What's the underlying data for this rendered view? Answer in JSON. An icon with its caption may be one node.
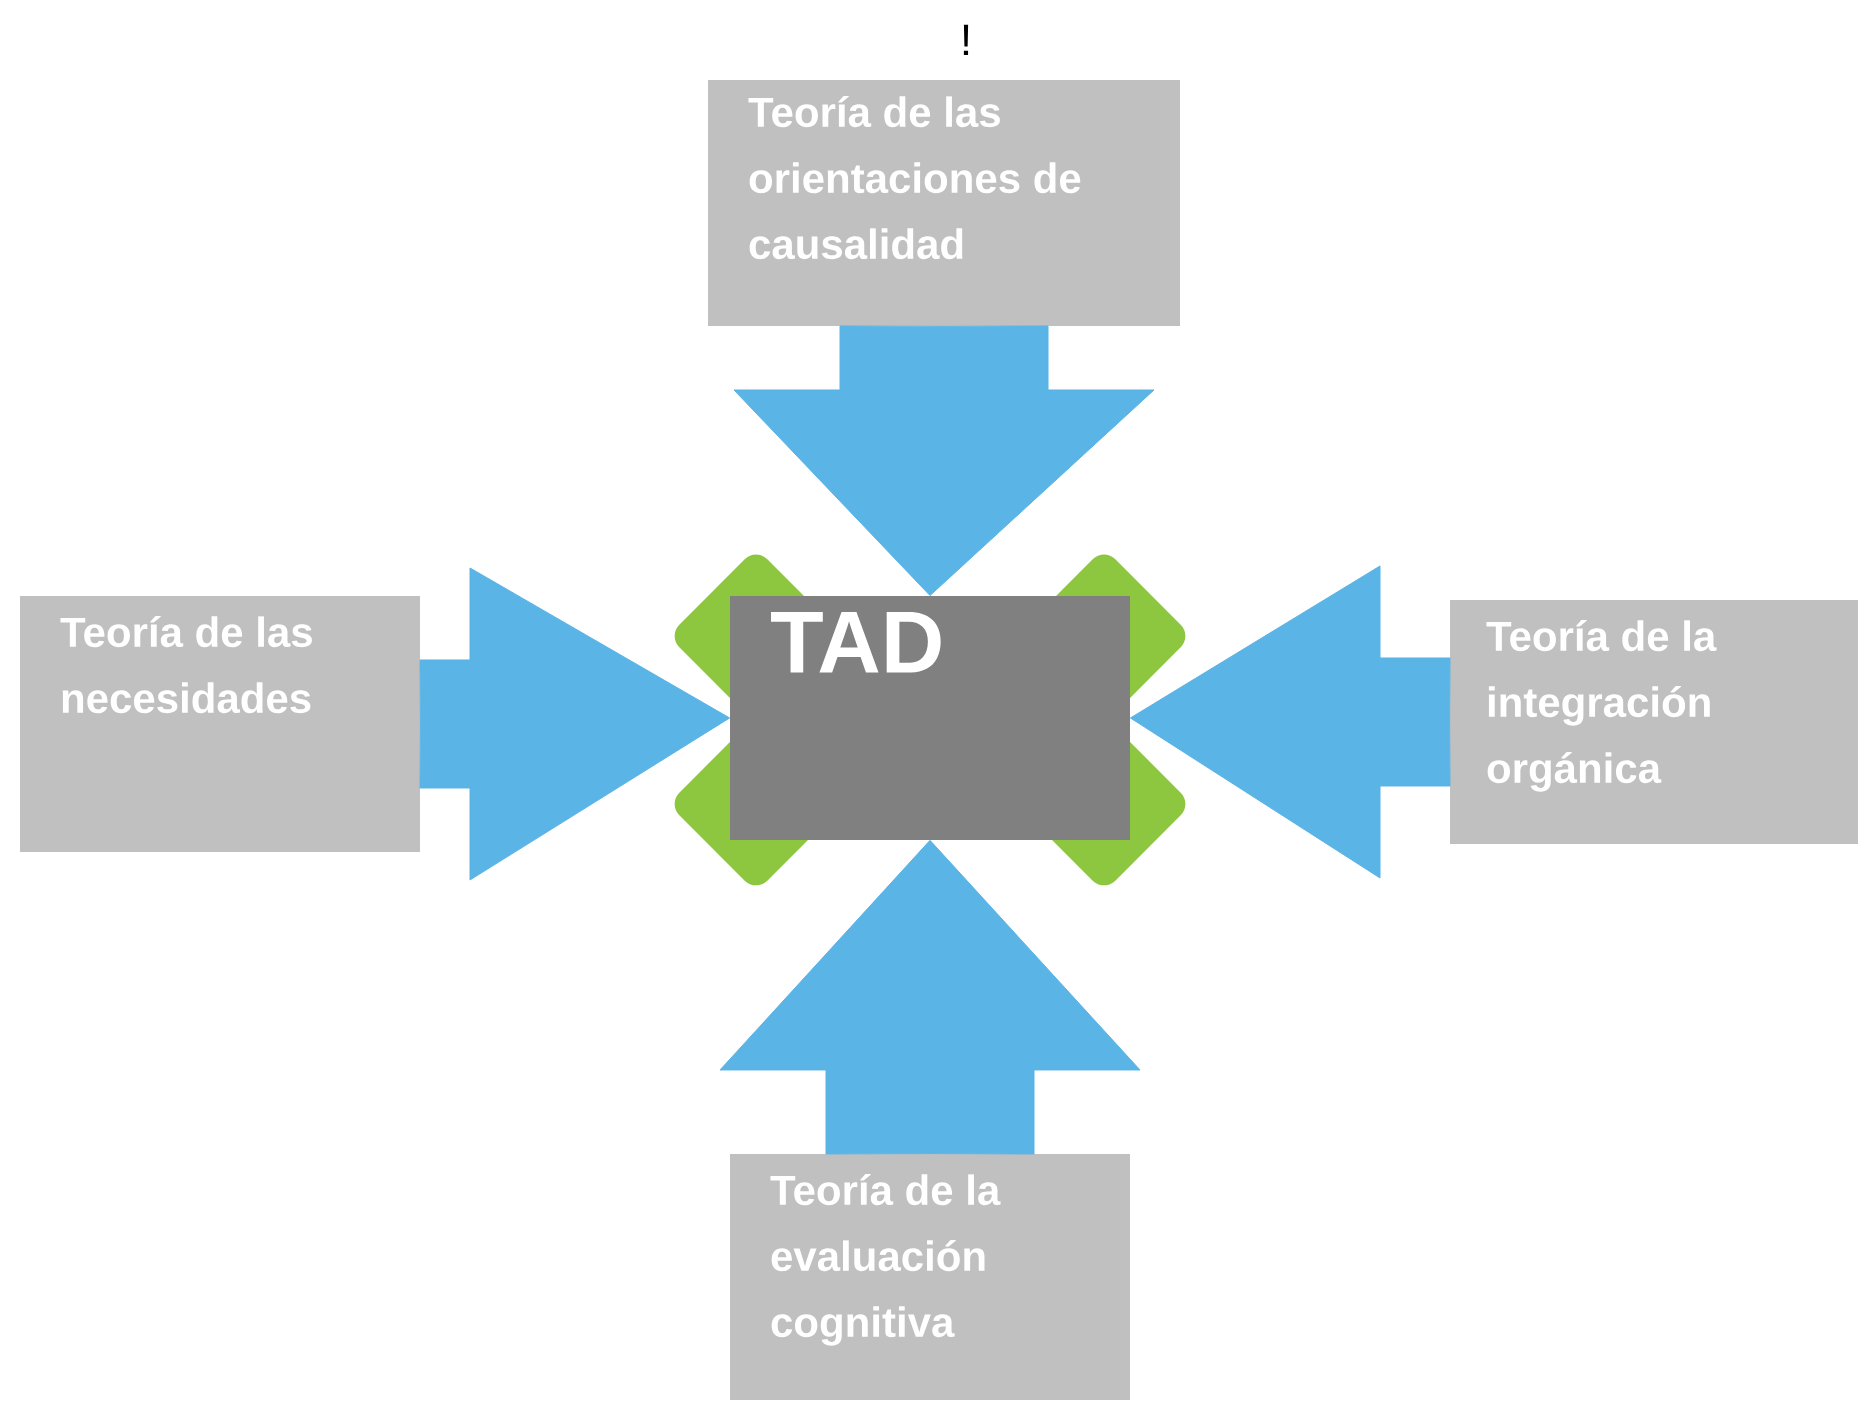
{
  "diagram": {
    "nodes": [
      {
        "text": [
          "TAD"
        ]
      },
      {
        "text": [
          "Teoría de las orientaciones de causalidad"
        ]
      },
      {
        "text": [
          "Teoría de las necesidades"
        ]
      },
      {
        "text": [
          "Teoría de la integración orgánica"
        ]
      },
      {
        "text": [
          "Teoría de la evaluación cognitiva"
        ]
      }
    ],
    "edges": [
      {
        "from": 1,
        "to": 0,
        "arrow": "to"
      },
      {
        "from": 2,
        "to": 0,
        "arrow": "to"
      },
      {
        "from": 3,
        "to": 0,
        "arrow": "to"
      },
      {
        "from": 4,
        "to": 0,
        "arrow": "to"
      }
    ],
    "labels": [
      "!"
    ]
  }
}
